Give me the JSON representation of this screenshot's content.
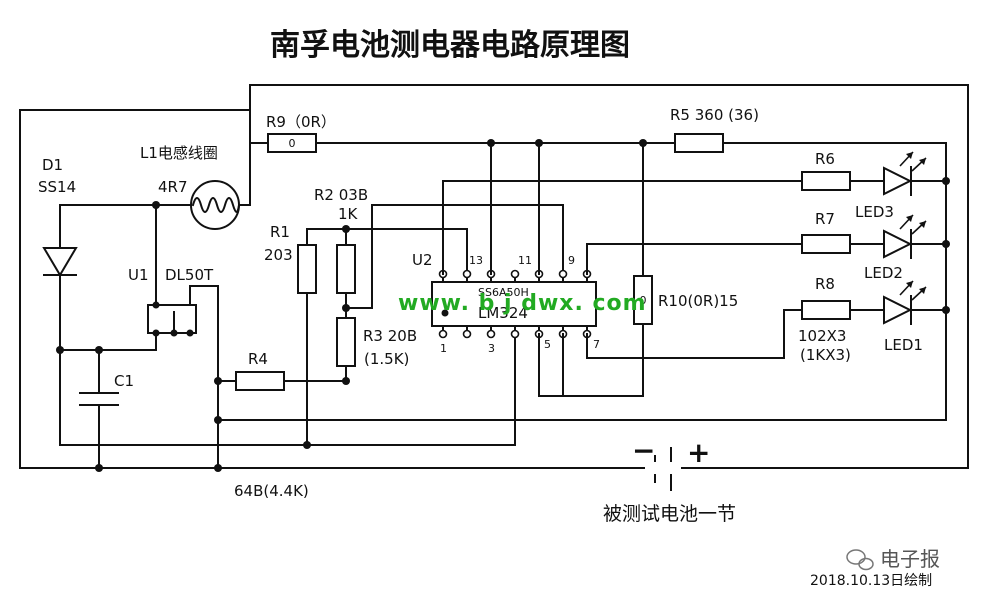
{
  "title": "南孚电池测电器电路原理图",
  "components": {
    "d1_ref": "D1",
    "d1_part": "SS14",
    "l1_ref": "L1电感线圈",
    "l1_value": "4R7",
    "r9": "R9（0R）",
    "r9_code": "0",
    "r5": "R5 360 (36)",
    "r2": "R2 03B",
    "r2_value": "1K",
    "r1": "R1",
    "r1_value": "203",
    "r3": "R3 20B",
    "r3_value": "(1.5K)",
    "r4": "R4",
    "r6": "R6",
    "r7": "R7",
    "r8": "R8",
    "r8_value": "102X3",
    "r8_value2": "(1KX3)",
    "r10": "R10(0R)15",
    "r10_code": "0",
    "u1": "U1",
    "u1_part": "DL50T",
    "u2": "U2",
    "c1": "C1",
    "led1": "LED1",
    "led2": "LED2",
    "led3": "LED3",
    "bottom_value": "64B(4.4K)"
  },
  "ic": {
    "marking": "SS6A50H",
    "name": "LM324",
    "pin_13": "13",
    "pin_11": "11",
    "pin_9": "9",
    "pin_1": "1",
    "pin_3": "3",
    "pin_5": "5",
    "pin_7": "7"
  },
  "watermark": "www. b j dwx. com",
  "battery": {
    "minus": "−",
    "plus": "+",
    "caption": "被测试电池一节"
  },
  "footer": {
    "brand": "电子报",
    "date": "2018.10.13日绘制"
  }
}
